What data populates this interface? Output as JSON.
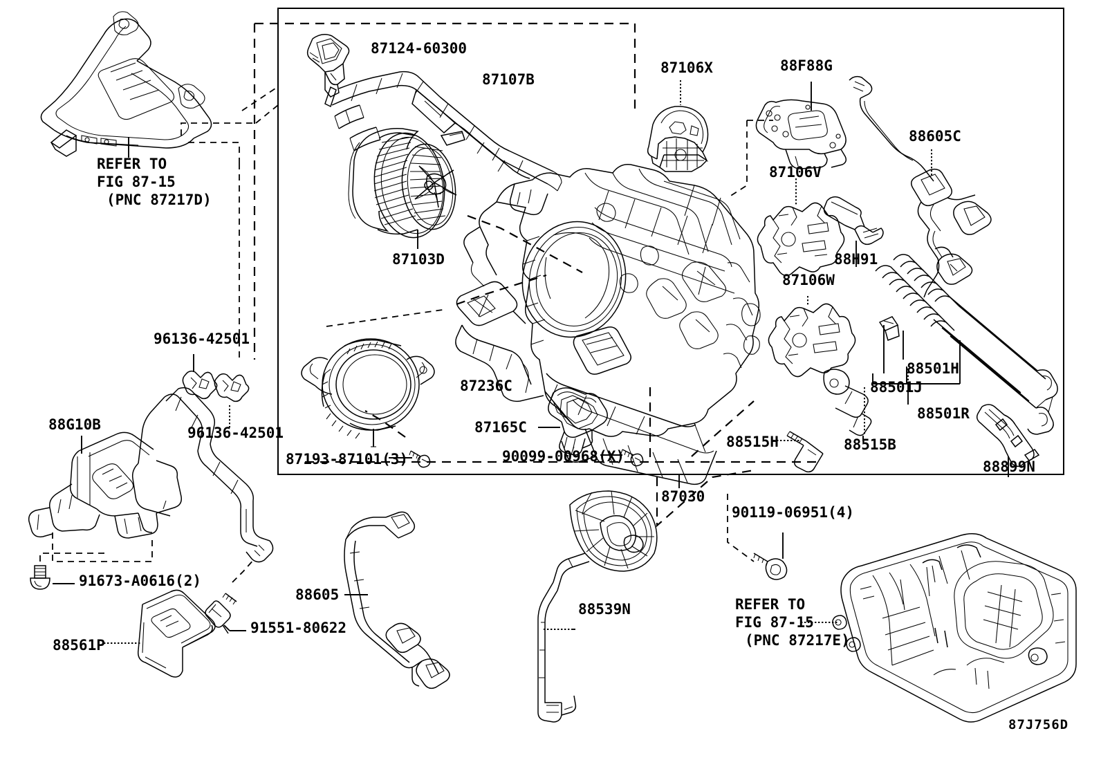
{
  "diagram": {
    "code": "87J756D",
    "type": "automotive-parts-exploded-diagram",
    "subject": "Heater / Air Conditioning Unit (rear HVAC assembly)",
    "group_label": "87030"
  },
  "labels": {
    "refer_left": {
      "line1": "REFER TO",
      "line2": "FIG 87-15",
      "line3": "(PNC 87217D)"
    },
    "refer_right": {
      "line1": "REFER TO",
      "line2": "FIG 87-15",
      "line3": "(PNC 87217E)"
    },
    "p_87124": "87124-60300",
    "p_87107B": "87107B",
    "p_87106X": "87106X",
    "p_88F88G": "88F88G",
    "p_88605C": "88605C",
    "p_87106V": "87106V",
    "p_88H91": "88H91",
    "p_87106W": "87106W",
    "p_87103D": "87103D",
    "p_88501H": "88501H",
    "p_88501J": "88501J",
    "p_88501R": "88501R",
    "p_88899N": "88899N",
    "p_96136_top": "96136-42501",
    "p_96136_bot": "96136-42501",
    "p_87236C": "87236C",
    "p_87165C": "87165C",
    "p_88515H": "88515H",
    "p_88515B": "88515B",
    "p_88G10B": "88G10B",
    "p_87193": "87193-87101(3)",
    "p_90099": "90099-00968(X)",
    "p_87030": "87030",
    "p_90119": "90119-06951(4)",
    "p_91673": "91673-A0616(2)",
    "p_91551": "91551-80622",
    "p_88605": "88605",
    "p_88539N": "88539N",
    "p_88561P": "88561P"
  },
  "colors": {
    "ink": "#000000",
    "paper": "#ffffff"
  }
}
